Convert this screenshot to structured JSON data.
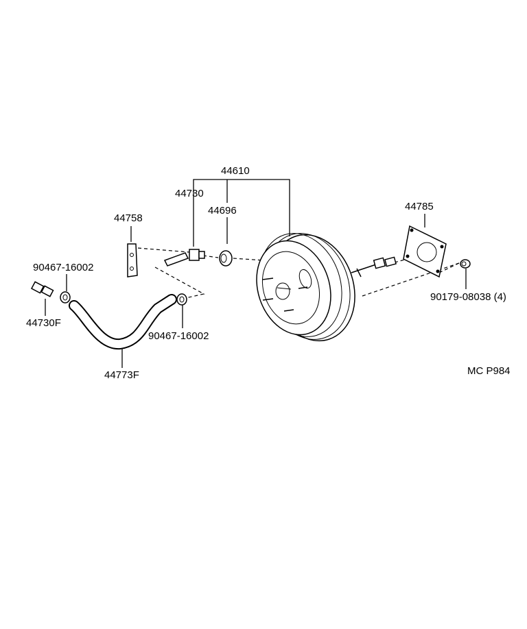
{
  "diagram_code": "MC P984",
  "parts": {
    "booster_assembly": "44610",
    "check_valve": "44730",
    "grommet": "44696",
    "bracket": "44758",
    "clip_left": "90467-16002",
    "clip_right": "90467-16002",
    "union_fitting": "44730F",
    "vacuum_hose": "44773F",
    "gasket": "44785",
    "nut": "90179-08038 (4)"
  }
}
